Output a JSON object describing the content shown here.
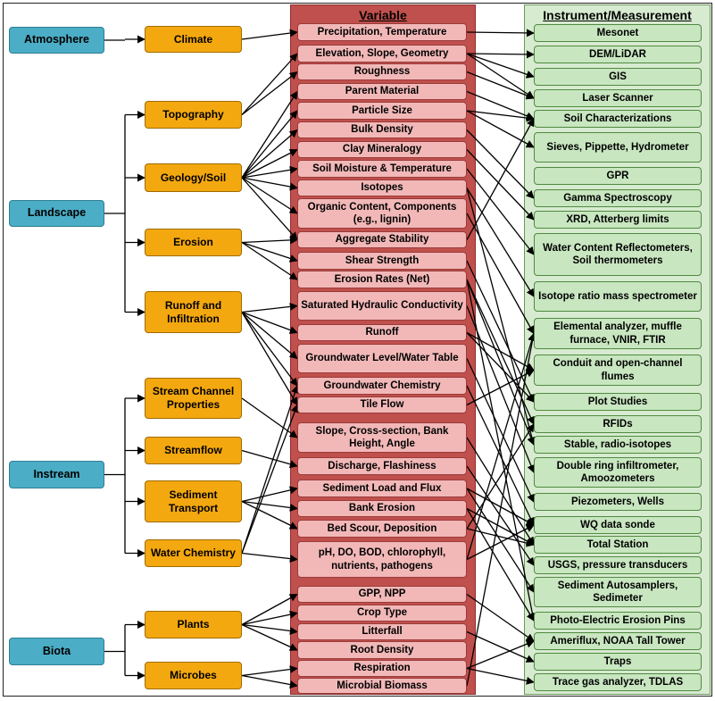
{
  "headers": {
    "variable": "Variable",
    "instrument": "Instrument/Measurement"
  },
  "colors": {
    "category": "#4badc6",
    "subcategory": "#f4a80f",
    "variable": "#f2b8b8",
    "variable_column": "#c0504d",
    "instrument": "#c8e6c0",
    "instrument_column": "#d7ebd0",
    "line": "#000000"
  },
  "categories": [
    {
      "id": "c0",
      "label": "Atmosphere"
    },
    {
      "id": "c1",
      "label": "Landscape"
    },
    {
      "id": "c2",
      "label": "Instream"
    },
    {
      "id": "c3",
      "label": "Biota"
    }
  ],
  "subcategories": [
    {
      "id": "s0",
      "label": "Climate",
      "cat": "c0"
    },
    {
      "id": "s1",
      "label": "Topography",
      "cat": "c1"
    },
    {
      "id": "s2",
      "label": "Geology/Soil",
      "cat": "c1"
    },
    {
      "id": "s3",
      "label": "Erosion",
      "cat": "c1"
    },
    {
      "id": "s4",
      "label": "Runoff and Infiltration",
      "cat": "c1"
    },
    {
      "id": "s5",
      "label": "Stream Channel Properties",
      "cat": "c2"
    },
    {
      "id": "s6",
      "label": "Streamflow",
      "cat": "c2"
    },
    {
      "id": "s7",
      "label": "Sediment Transport",
      "cat": "c2"
    },
    {
      "id": "s8",
      "label": "Water Chemistry",
      "cat": "c2"
    },
    {
      "id": "s9",
      "label": "Plants",
      "cat": "c3"
    },
    {
      "id": "s10",
      "label": "Microbes",
      "cat": "c3"
    }
  ],
  "variables": [
    {
      "id": "v0",
      "label": "Precipitation, Temperature"
    },
    {
      "id": "v1",
      "label": "Elevation, Slope, Geometry"
    },
    {
      "id": "v2",
      "label": "Roughness"
    },
    {
      "id": "v3",
      "label": "Parent Material"
    },
    {
      "id": "v4",
      "label": "Particle Size"
    },
    {
      "id": "v5",
      "label": "Bulk Density"
    },
    {
      "id": "v6",
      "label": "Clay Mineralogy"
    },
    {
      "id": "v7",
      "label": "Soil Moisture & Temperature"
    },
    {
      "id": "v8",
      "label": "Isotopes"
    },
    {
      "id": "v9",
      "label": "Organic Content, Components (e.g., lignin)"
    },
    {
      "id": "v10",
      "label": "Aggregate Stability"
    },
    {
      "id": "v11",
      "label": "Shear Strength"
    },
    {
      "id": "v12",
      "label": "Erosion Rates (Net)"
    },
    {
      "id": "v13",
      "label": "Saturated Hydraulic Conductivity"
    },
    {
      "id": "v14",
      "label": "Runoff"
    },
    {
      "id": "v15",
      "label": "Groundwater Level/Water Table"
    },
    {
      "id": "v16",
      "label": "Groundwater Chemistry"
    },
    {
      "id": "v17",
      "label": "Tile Flow"
    },
    {
      "id": "v18",
      "label": "Slope, Cross-section, Bank Height, Angle"
    },
    {
      "id": "v19",
      "label": "Discharge, Flashiness"
    },
    {
      "id": "v20",
      "label": "Sediment Load and Flux"
    },
    {
      "id": "v21",
      "label": "Bank Erosion"
    },
    {
      "id": "v22",
      "label": "Bed Scour, Deposition"
    },
    {
      "id": "v23",
      "label": "pH, DO, BOD, chlorophyll, nutrients, pathogens"
    },
    {
      "id": "v24",
      "label": "GPP, NPP"
    },
    {
      "id": "v25",
      "label": "Crop Type"
    },
    {
      "id": "v26",
      "label": "Litterfall"
    },
    {
      "id": "v27",
      "label": "Root Density"
    },
    {
      "id": "v28",
      "label": "Respiration"
    },
    {
      "id": "v29",
      "label": "Microbial Biomass"
    }
  ],
  "instruments": [
    {
      "id": "i0",
      "label": "Mesonet"
    },
    {
      "id": "i1",
      "label": "DEM/LiDAR"
    },
    {
      "id": "i2",
      "label": "GIS"
    },
    {
      "id": "i3",
      "label": "Laser Scanner"
    },
    {
      "id": "i4",
      "label": "Soil Characterizations"
    },
    {
      "id": "i5",
      "label": "Sieves, Pippette, Hydrometer"
    },
    {
      "id": "i6",
      "label": "GPR"
    },
    {
      "id": "i7",
      "label": "Gamma Spectroscopy"
    },
    {
      "id": "i8",
      "label": "XRD, Atterberg limits"
    },
    {
      "id": "i9",
      "label": "Water Content Reflectometers, Soil thermometers"
    },
    {
      "id": "i10",
      "label": "Isotope ratio mass spectrometer"
    },
    {
      "id": "i11",
      "label": "Elemental analyzer, muffle furnace, VNIR, FTIR"
    },
    {
      "id": "i12",
      "label": "Conduit and open-channel flumes"
    },
    {
      "id": "i13",
      "label": "Plot Studies"
    },
    {
      "id": "i14",
      "label": "RFIDs"
    },
    {
      "id": "i15",
      "label": "Stable, radio-isotopes"
    },
    {
      "id": "i16",
      "label": "Double ring infiltrometer, Amoozometers"
    },
    {
      "id": "i17",
      "label": "Piezometers, Wells"
    },
    {
      "id": "i18",
      "label": "WQ data sonde"
    },
    {
      "id": "i19",
      "label": "Total Station"
    },
    {
      "id": "i20",
      "label": "USGS, pressure transducers"
    },
    {
      "id": "i21",
      "label": "Sediment Autosamplers, Sedimeter"
    },
    {
      "id": "i22",
      "label": "Photo-Electric Erosion Pins"
    },
    {
      "id": "i23",
      "label": "Ameriflux, NOAA Tall Tower"
    },
    {
      "id": "i24",
      "label": "Traps"
    },
    {
      "id": "i25",
      "label": "Trace gas analyzer, TDLAS"
    }
  ],
  "sub_to_var": [
    [
      "s0",
      "v0"
    ],
    [
      "s1",
      "v1"
    ],
    [
      "s1",
      "v2"
    ],
    [
      "s2",
      "v3"
    ],
    [
      "s2",
      "v4"
    ],
    [
      "s2",
      "v5"
    ],
    [
      "s2",
      "v6"
    ],
    [
      "s2",
      "v7"
    ],
    [
      "s2",
      "v8"
    ],
    [
      "s2",
      "v9"
    ],
    [
      "s2",
      "v10"
    ],
    [
      "s3",
      "v10"
    ],
    [
      "s3",
      "v11"
    ],
    [
      "s3",
      "v12"
    ],
    [
      "s4",
      "v13"
    ],
    [
      "s4",
      "v14"
    ],
    [
      "s4",
      "v15"
    ],
    [
      "s4",
      "v16"
    ],
    [
      "s4",
      "v17"
    ],
    [
      "s5",
      "v18"
    ],
    [
      "s6",
      "v19"
    ],
    [
      "s7",
      "v20"
    ],
    [
      "s7",
      "v21"
    ],
    [
      "s7",
      "v22"
    ],
    [
      "s8",
      "v23"
    ],
    [
      "s8",
      "v16"
    ],
    [
      "s8",
      "v17"
    ],
    [
      "s9",
      "v24"
    ],
    [
      "s9",
      "v25"
    ],
    [
      "s9",
      "v26"
    ],
    [
      "s9",
      "v27"
    ],
    [
      "s10",
      "v28"
    ],
    [
      "s10",
      "v29"
    ]
  ],
  "var_to_inst": [
    [
      "v0",
      "i0"
    ],
    [
      "v1",
      "i1"
    ],
    [
      "v1",
      "i2"
    ],
    [
      "v1",
      "i3"
    ],
    [
      "v2",
      "i3"
    ],
    [
      "v3",
      "i4"
    ],
    [
      "v4",
      "i5"
    ],
    [
      "v4",
      "i4"
    ],
    [
      "v5",
      "i7"
    ],
    [
      "v6",
      "i8"
    ],
    [
      "v7",
      "i9"
    ],
    [
      "v8",
      "i10"
    ],
    [
      "v8",
      "i15"
    ],
    [
      "v9",
      "i11"
    ],
    [
      "v10",
      "i4"
    ],
    [
      "v11",
      "i13"
    ],
    [
      "v12",
      "i14"
    ],
    [
      "v12",
      "i15"
    ],
    [
      "v12",
      "i22"
    ],
    [
      "v13",
      "i16"
    ],
    [
      "v14",
      "i12"
    ],
    [
      "v14",
      "i13"
    ],
    [
      "v15",
      "i17"
    ],
    [
      "v16",
      "i18"
    ],
    [
      "v17",
      "i12"
    ],
    [
      "v18",
      "i19"
    ],
    [
      "v19",
      "i20"
    ],
    [
      "v20",
      "i21"
    ],
    [
      "v20",
      "i18"
    ],
    [
      "v21",
      "i22"
    ],
    [
      "v21",
      "i19"
    ],
    [
      "v22",
      "i14"
    ],
    [
      "v22",
      "i19"
    ],
    [
      "v23",
      "i18"
    ],
    [
      "v23",
      "i11"
    ],
    [
      "v24",
      "i23"
    ],
    [
      "v26",
      "i24"
    ],
    [
      "v28",
      "i25"
    ],
    [
      "v28",
      "i23"
    ],
    [
      "v29",
      "i11"
    ]
  ]
}
